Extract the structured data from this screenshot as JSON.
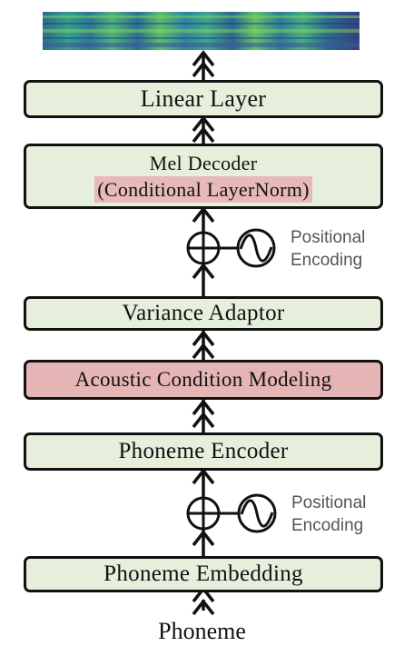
{
  "blocks": {
    "linear_layer": "Linear Layer",
    "mel_decoder_line1": "Mel Decoder",
    "mel_decoder_line2": "(Conditional LayerNorm)",
    "variance_adaptor": "Variance Adaptor",
    "acoustic_condition_modeling": "Acoustic Condition Modeling",
    "phoneme_encoder": "Phoneme Encoder",
    "phoneme_embedding": "Phoneme Embedding"
  },
  "positional_encoding_top": {
    "line1": "Positional",
    "line2": "Encoding"
  },
  "positional_encoding_bottom": {
    "line1": "Positional",
    "line2": "Encoding"
  },
  "input_label": "Phoneme",
  "colors": {
    "block_green": "#e5efdb",
    "block_pink": "#e5b5b5",
    "border": "#111111"
  },
  "icons": [
    "arrow-up-icon",
    "add-circle-icon",
    "sine-wave-icon",
    "mel-spectrogram-image"
  ]
}
